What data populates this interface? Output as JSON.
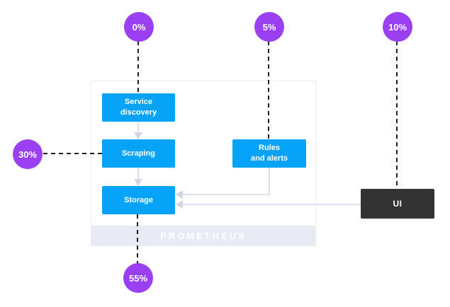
{
  "diagram": {
    "group_label": "PROMETHEUS",
    "badges": [
      {
        "label": "0%"
      },
      {
        "label": "5%"
      },
      {
        "label": "10%"
      },
      {
        "label": "30%"
      },
      {
        "label": "55%"
      }
    ],
    "nodes": {
      "service_discovery": {
        "line1": "Service",
        "line2": "discovery"
      },
      "scraping": {
        "label": "Scraping"
      },
      "rules": {
        "line1": "Rules",
        "line2": "and alerts"
      },
      "storage": {
        "label": "Storage"
      },
      "ui": {
        "label": "UI"
      }
    },
    "colors": {
      "badge_purple": "#9b3ff2",
      "node_blue": "#06a3f8",
      "ui_dark": "#333333",
      "connector_light": "#dde0ee",
      "connector_head": "#d2d5e6",
      "band_bg": "#e9ebf4",
      "band_text": "#ffffff",
      "dash_black": "#1f1f1f",
      "group_border": "#eceef6"
    }
  }
}
